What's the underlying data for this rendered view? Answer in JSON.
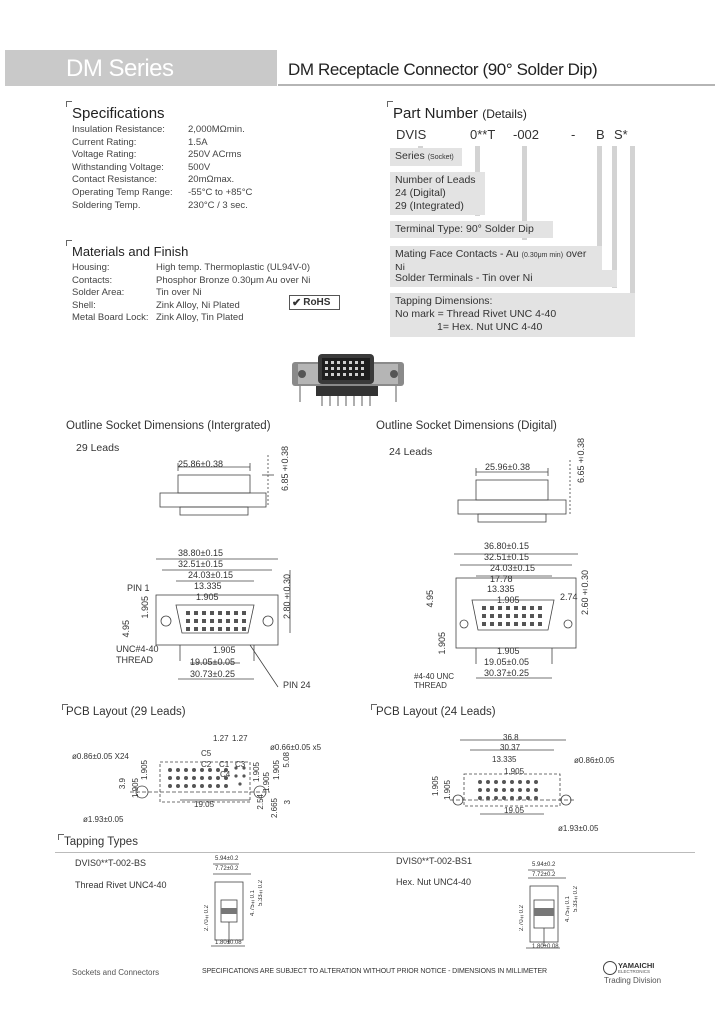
{
  "header": {
    "series": "DM Series",
    "title": "DM Receptacle Connector (90° Solder Dip)"
  },
  "specifications": {
    "heading": "Specifications",
    "rows": [
      {
        "k": "Insulation Resistance:",
        "v": "2,000MΩmin."
      },
      {
        "k": "Current Rating:",
        "v": "1.5A"
      },
      {
        "k": "Voltage Rating:",
        "v": "250V ACrms"
      },
      {
        "k": "Withstanding Voltage:",
        "v": "500V"
      },
      {
        "k": "Contact Resistance:",
        "v": "20mΩmax."
      },
      {
        "k": "Operating Temp Range:",
        "v": "-55°C to +85°C"
      },
      {
        "k": "Soldering Temp.",
        "v": "230°C / 3 sec."
      }
    ]
  },
  "materials": {
    "heading": "Materials and Finish",
    "rows": [
      {
        "k": "Housing:",
        "v": "High temp. Thermoplastic (UL94V-0)"
      },
      {
        "k": "Contacts:",
        "v": "Phosphor Bronze 0.30μm Au over Ni"
      },
      {
        "k": "Solder Area:",
        "v": "Tin over Ni"
      },
      {
        "k": "Shell:",
        "v": "Zink Alloy, Ni Plated"
      },
      {
        "k": "Metal Board Lock:",
        "v": "Zink Alloy, Tin Plated"
      }
    ],
    "rohs": "RoHS"
  },
  "part_number": {
    "heading": "Part Number",
    "heading_sub": "(Details)",
    "code": [
      "DVIS",
      "0**T",
      "-002",
      "-",
      "B",
      "S*"
    ],
    "series_label": "Series",
    "series_note": "(Socket)",
    "leads_title": "Number of Leads",
    "leads_24": "24 (Digital)",
    "leads_29": "29 (Integrated)",
    "terminal": "Terminal Type: 90° Solder Dip",
    "mating_a": "Mating Face Contacts - Au",
    "mating_small": "(0.30μm min)",
    "mating_b": "over Ni",
    "solder": "Solder Terminals - Tin over Ni",
    "tapping_title": "Tapping Dimensions:",
    "tapping_1": "No mark = Thread Rivet UNC 4-40",
    "tapping_2": "1= Hex. Nut UNC 4-40"
  },
  "outline_integrated": {
    "title": "Outline Socket Dimensions (Intergrated)",
    "leads": "29 Leads",
    "d_top": "25.86±0.38",
    "d_height": "6.85±0.38",
    "d1": "38.80±0.15",
    "d2": "32.51±0.15",
    "d3": "24.03±0.15",
    "d4": "13.335",
    "d5": "1.905",
    "d6": "1.905",
    "d7": "19.05±0.05",
    "d8": "30.73±0.25",
    "d_side": "2.80±0.30",
    "d_left1": "1.905",
    "d_left2": "4.95",
    "pin1": "PIN 1",
    "pin24": "PIN 24",
    "thread": "UNC#4-40\nTHREAD"
  },
  "outline_digital": {
    "title": "Outline Socket Dimensions (Digital)",
    "leads": "24 Leads",
    "d_top": "25.96±0.38",
    "d_height": "6.65±0.38",
    "d1": "36.80±0.15",
    "d2": "32.51±0.15",
    "d3": "24.03±0.15",
    "d4": "17.78",
    "d5": "13.335",
    "d6": "1.905",
    "d7": "1.905",
    "d8": "19.05±0.05",
    "d9": "30.37±0.25",
    "d_side1": "2.74",
    "d_side2": "2.60±0.30",
    "d_left1": "4.95",
    "d_left2": "1.905",
    "thread": "#4-40 UNC\nTHREAD"
  },
  "pcb_29": {
    "title": "PCB Layout (29 Leads)",
    "d_127a": "1.27",
    "d_127b": "1.27",
    "hole_a": "ø0.86±0.05 X24",
    "hole_b": "ø0.66±0.05 x5",
    "c5": "C5",
    "c2": "C2",
    "c1": "C1",
    "c3": "C3",
    "c4": "C4",
    "d_1905": "1.905",
    "d_3_9": "3.9",
    "d_1905b": "1.905",
    "d_1905c": "1.905",
    "d_1905d": "1.905",
    "d_1905e": "1.905",
    "d_508": "5.08",
    "d_254": "2.54",
    "d_2665": "2.665",
    "d_3": "3",
    "d_1905f": "19.05",
    "hole_c": "ø1.93±0.05"
  },
  "pcb_24": {
    "title": "PCB Layout (24 Leads)",
    "d1": "36.8",
    "d2": "30.37",
    "d3": "13.335",
    "d4": "1.905",
    "d5": "19.05",
    "hole_a": "ø0.86±0.05",
    "hole_b": "ø1.93±0.05",
    "d_left1": "1.905",
    "d_left2": "1.905"
  },
  "tapping": {
    "heading": "Tapping Types",
    "bs_code": "DVIS0**T-002-BS",
    "bs_label": "Thread Rivet UNC4-40",
    "bs1_code": "DVIS0**T-002-BS1",
    "bs1_label": "Hex. Nut UNC4-40",
    "bs_d1": "5.94±0.2",
    "bs_d2": "7.72±0.2",
    "bs_d3": "4.75±0.1",
    "bs_d4": "5.33±0.2",
    "bs_d5": "2.70±0.2",
    "bs_d6": "1.80±0.08",
    "bs1_d1": "5.94±0.2",
    "bs1_d2": "7.72±0.2",
    "bs1_d3": "4.75±0.1",
    "bs1_d4": "5.33±0.2",
    "bs1_d5": "2.70±0.2",
    "bs1_d6": "1.80±0.08"
  },
  "footer": {
    "left": "Sockets and Connectors",
    "center": "SPECIFICATIONS ARE SUBJECT TO ALTERATION WITHOUT PRIOR NOTICE - DIMENSIONS IN MILLIMETER",
    "brand": "YAMAICHI",
    "brand_sub": "ELECTRONICS",
    "division": "Trading Division"
  }
}
